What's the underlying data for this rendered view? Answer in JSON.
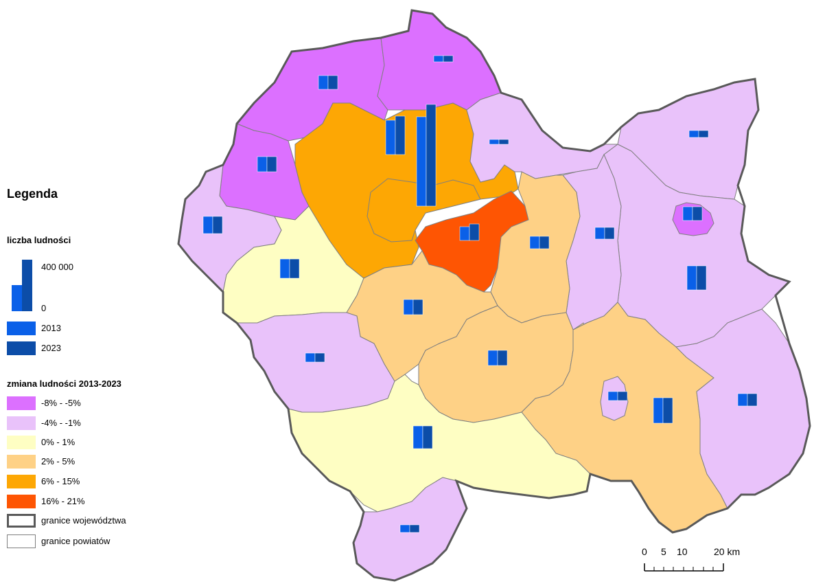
{
  "legend": {
    "title": "Legenda",
    "population_heading": "liczba ludności",
    "population_max_label": "400 000",
    "population_min_label": "0",
    "year_2013_label": "2013",
    "year_2023_label": "2023",
    "change_heading": "zmiana ludności 2013-2023",
    "classes": [
      {
        "label": "-8% - -5%",
        "color": "#DC70FF"
      },
      {
        "label": "-4% - -1%",
        "color": "#E9C2FA"
      },
      {
        "label": "0% - 1%",
        "color": "#FEFEC3"
      },
      {
        "label": "2% - 5%",
        "color": "#FED186"
      },
      {
        "label": "6% - 15%",
        "color": "#FDA704"
      },
      {
        "label": "16% - 21%",
        "color": "#FE5503"
      }
    ],
    "boundary_voivodeship_label": "granice województwa",
    "boundary_county_label": "granice powiatów"
  },
  "colors": {
    "bar_2013": "#0A60E8",
    "bar_2023": "#0C4DA8",
    "county_border": "#7f7f7f",
    "voivodeship_border": "#595959"
  },
  "scale_bar": {
    "labels": [
      "0",
      "5",
      "10",
      "20 km"
    ]
  }
}
